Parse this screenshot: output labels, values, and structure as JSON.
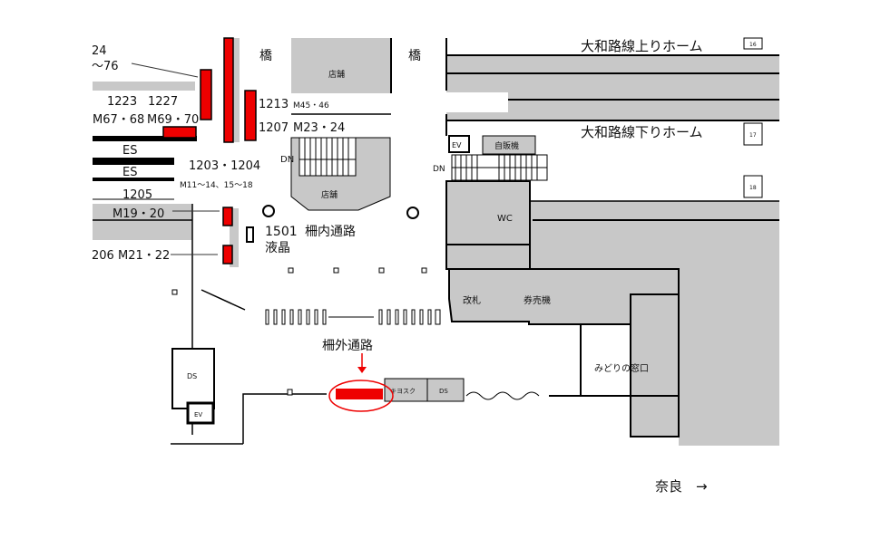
{
  "map": {
    "top_left": {
      "num_a": "24",
      "num_b": "〜76"
    },
    "bridge_label": "橋",
    "shop_label": "店舗",
    "boards": {
      "b1223": "1223",
      "b1227": "1227",
      "m67": "M67・68",
      "m69": "M69・70",
      "b1213": "1213",
      "m45": "M45・46",
      "b1207": "1207",
      "m23": "M23・24",
      "b1203": "1203・1204",
      "m11": "M11〜14、15〜18",
      "b1205": "1205",
      "m19": "M19・20",
      "b1206": "206",
      "m21": "M21・22",
      "b1501": "1501",
      "lcd": "液晶"
    },
    "escalator_label": "ES",
    "down_label": "DN",
    "elevator_label": "EV",
    "inside_passage": "柵内通路",
    "outside_passage": "柵外通路",
    "platform_up": "大和路線上りホーム",
    "platform_down": "大和路線下りホーム",
    "platform_numbers": [
      "16",
      "17",
      "18"
    ],
    "vending": "自販機",
    "wc": "WC",
    "ticket_gate": "改札",
    "ticket_machine": "券売機",
    "midori": "みどりの窓口",
    "kiosk": "キヨスク",
    "ds": "DS",
    "direction": "奈良　→",
    "highlight_color": "#ee0000"
  }
}
